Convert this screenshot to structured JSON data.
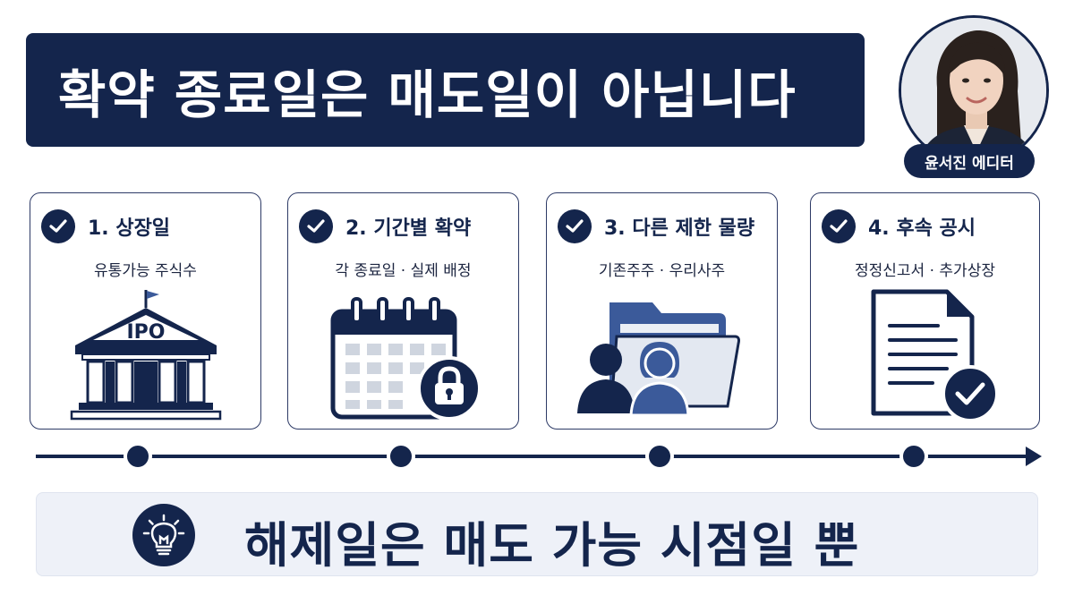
{
  "header": {
    "title": "확약 종료일은 매도일이 아닙니다"
  },
  "profile": {
    "name": "윤서진 에디터"
  },
  "cards": [
    {
      "title": "1.  상장일",
      "subtitle": "유통가능 주식수",
      "icon": "ipo-building-icon",
      "icon_label": "IPO"
    },
    {
      "title": "2. 기간별 확약",
      "subtitle": "각 종료일 · 실제 배정",
      "icon": "calendar-lock-icon"
    },
    {
      "title": "3. 다른 제한 물량",
      "subtitle": "기존주주 · 우리사주",
      "icon": "people-folder-icon"
    },
    {
      "title": "4. 후속 공시",
      "subtitle": "정정신고서 · 추가상장",
      "icon": "document-check-icon"
    }
  ],
  "conclusion": {
    "text": "해제일은 매도 가능 시점일 뿐",
    "icon": "lightbulb-icon"
  },
  "colors": {
    "navy": "#14254c",
    "accent_blue": "#3b5a9a",
    "light_gray": "#dde2ea",
    "panel_bg": "#eef1f8"
  }
}
